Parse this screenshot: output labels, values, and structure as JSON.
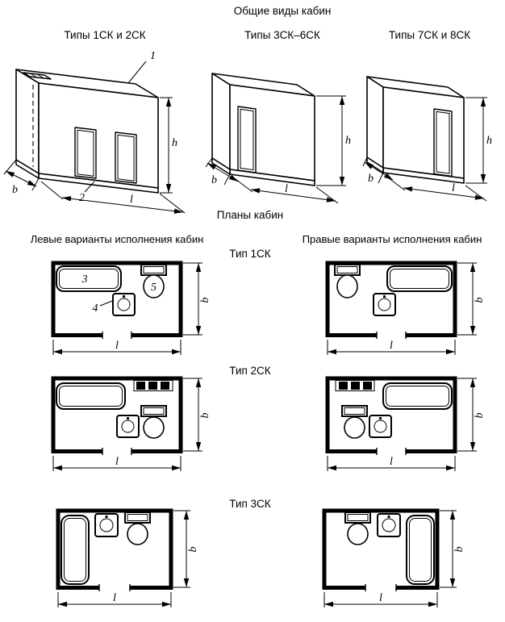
{
  "title": "Общие виды кабин",
  "views": {
    "v1": {
      "label": "Типы 1СК и 2СК"
    },
    "v2": {
      "label": "Типы 3СК–6СК"
    },
    "v3": {
      "label": "Типы 7СК и 8СК"
    }
  },
  "dims": {
    "h": "h",
    "b": "b",
    "l": "l"
  },
  "callouts": {
    "c1": "1",
    "c2": "2",
    "c3": "3",
    "c4": "4",
    "c5": "5"
  },
  "plans": {
    "title": "Планы кабин",
    "left_heading": "Левые варианты исполнения кабин",
    "right_heading": "Правые варианты исполнения кабин",
    "type1": "Тип 1СК",
    "type2": "Тип 2СК",
    "type3": "Тип 3СК"
  }
}
